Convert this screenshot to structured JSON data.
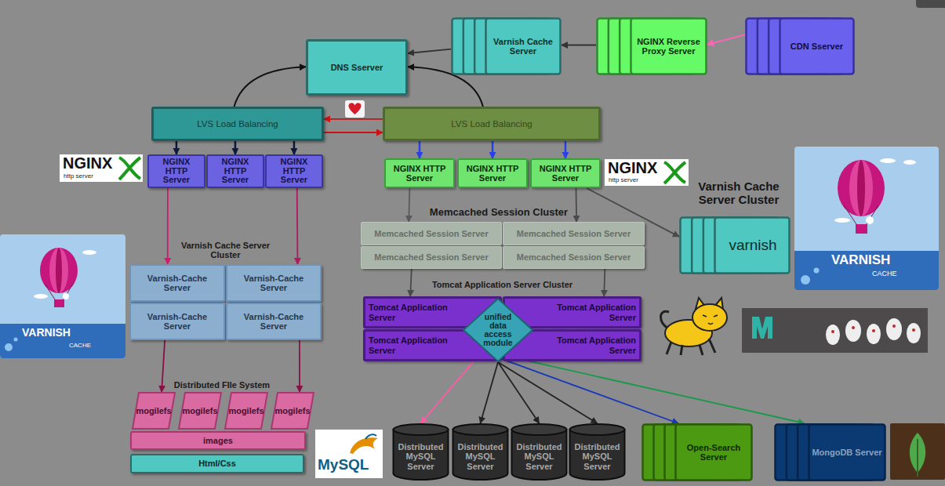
{
  "diagram": {
    "nodes": [
      {
        "text": [
          "Varnish Cache Server"
        ]
      },
      {
        "text": [
          "NGINX Reverse Proxy Server"
        ]
      },
      {
        "text": [
          "CDN Sserver"
        ]
      },
      {
        "text": [
          "DNS Sserver"
        ]
      },
      {
        "text": [
          "LVS Load Balancing"
        ]
      },
      {
        "text": [
          "LVS Load Balancing"
        ]
      },
      {
        "text": [
          "NGINX HTTP Server"
        ]
      },
      {
        "text": [
          "NGINX HTTP Server"
        ]
      },
      {
        "text": [
          "NGINX HTTP Server"
        ]
      },
      {
        "text": [
          "NGINX HTTP Server"
        ]
      },
      {
        "text": [
          "NGINX HTTP Server"
        ]
      },
      {
        "text": [
          "NGINX HTTP Server"
        ]
      },
      {
        "text": [
          "Varnish Cache Server Cluster",
          "varnish"
        ]
      },
      {
        "text": [
          "Memcached Session Cluster"
        ]
      },
      {
        "text": [
          "Memcached Session Server"
        ],
        "in": 13
      },
      {
        "text": [
          "Memcached Session Server"
        ],
        "in": 13
      },
      {
        "text": [
          "Memcached Session Server"
        ],
        "in": 13
      },
      {
        "text": [
          "Memcached Session Server"
        ],
        "in": 13
      },
      {
        "text": [
          "Varnish Cache Server Cluster"
        ]
      },
      {
        "text": [
          "Varnish-Cache Server"
        ],
        "in": 18
      },
      {
        "text": [
          "Varnish-Cache Server"
        ],
        "in": 18
      },
      {
        "text": [
          "Varnish-Cache Server"
        ],
        "in": 18
      },
      {
        "text": [
          "Varnish-Cache Server"
        ],
        "in": 18
      },
      {
        "text": [
          "Tomcat Application Server Cluster"
        ]
      },
      {
        "text": [
          "Tomcat Application Server"
        ],
        "in": 23
      },
      {
        "text": [
          "Tomcat Application Server"
        ],
        "in": 23
      },
      {
        "text": [
          "Tomcat Application Server"
        ],
        "in": 23
      },
      {
        "text": [
          "Tomcat Application Server"
        ],
        "in": 23
      },
      {
        "text": [
          "unified data access module"
        ]
      },
      {
        "text": [
          "Distributed FIle System"
        ]
      },
      {
        "text": [
          "mogilefs"
        ],
        "in": 29
      },
      {
        "text": [
          "mogilefs"
        ],
        "in": 29
      },
      {
        "text": [
          "mogilefs"
        ],
        "in": 29
      },
      {
        "text": [
          "mogilefs"
        ],
        "in": 29
      },
      {
        "text": [
          "images"
        ],
        "in": 29
      },
      {
        "text": [
          "Html/Css"
        ],
        "in": 29
      },
      {
        "text": [
          "Distributed MySQL Server"
        ]
      },
      {
        "text": [
          "Distributed MySQL Server"
        ]
      },
      {
        "text": [
          "Distributed MySQL Server"
        ]
      },
      {
        "text": [
          "Distributed MySQL Server"
        ]
      },
      {
        "text": [
          "Open-Search Server"
        ]
      },
      {
        "text": [
          "MongoDB Server"
        ]
      }
    ],
    "edges": [
      {
        "from": 4,
        "to": 3,
        "arrow": "to"
      },
      {
        "from": 5,
        "to": 3,
        "arrow": "to"
      },
      {
        "from": 0,
        "to": 3,
        "arrow": "to"
      },
      {
        "from": 1,
        "to": 0,
        "arrow": "to"
      },
      {
        "from": 2,
        "to": 1,
        "arrow": "to"
      },
      {
        "from": 5,
        "to": 4,
        "arrow": "to"
      },
      {
        "from": 4,
        "to": 5,
        "arrow": "to"
      },
      {
        "from": 4,
        "to": 6,
        "arrow": "to"
      },
      {
        "from": 4,
        "to": 7,
        "arrow": "to"
      },
      {
        "from": 4,
        "to": 8,
        "arrow": "to"
      },
      {
        "from": 5,
        "to": 9,
        "arrow": "to"
      },
      {
        "from": 5,
        "to": 10,
        "arrow": "to"
      },
      {
        "from": 5,
        "to": 11,
        "arrow": "to"
      },
      {
        "from": 6,
        "to": 19,
        "arrow": "to"
      },
      {
        "from": 8,
        "to": 20,
        "arrow": "to"
      },
      {
        "from": 9,
        "to": 14,
        "arrow": "to"
      },
      {
        "from": 11,
        "to": 15,
        "arrow": "to"
      },
      {
        "from": 11,
        "to": 12,
        "arrow": "to"
      },
      {
        "from": 16,
        "to": 24,
        "arrow": "to"
      },
      {
        "from": 17,
        "to": 25,
        "arrow": "to"
      },
      {
        "from": 21,
        "to": 30,
        "arrow": "to"
      },
      {
        "from": 22,
        "to": 33,
        "arrow": "to"
      },
      {
        "from": 28,
        "to": 36,
        "arrow": "to"
      },
      {
        "from": 28,
        "to": 37,
        "arrow": "to"
      },
      {
        "from": 28,
        "to": 38,
        "arrow": "to"
      },
      {
        "from": 28,
        "to": 39,
        "arrow": "to"
      },
      {
        "from": 28,
        "to": 40,
        "arrow": "to"
      },
      {
        "from": 28,
        "to": 41,
        "arrow": "to"
      }
    ],
    "labels": [
      "NGINX",
      "http server",
      "NGINX",
      "http server",
      "VARNISH",
      "CACHE",
      "VARNISH",
      "CACHE",
      "MySQL"
    ]
  }
}
